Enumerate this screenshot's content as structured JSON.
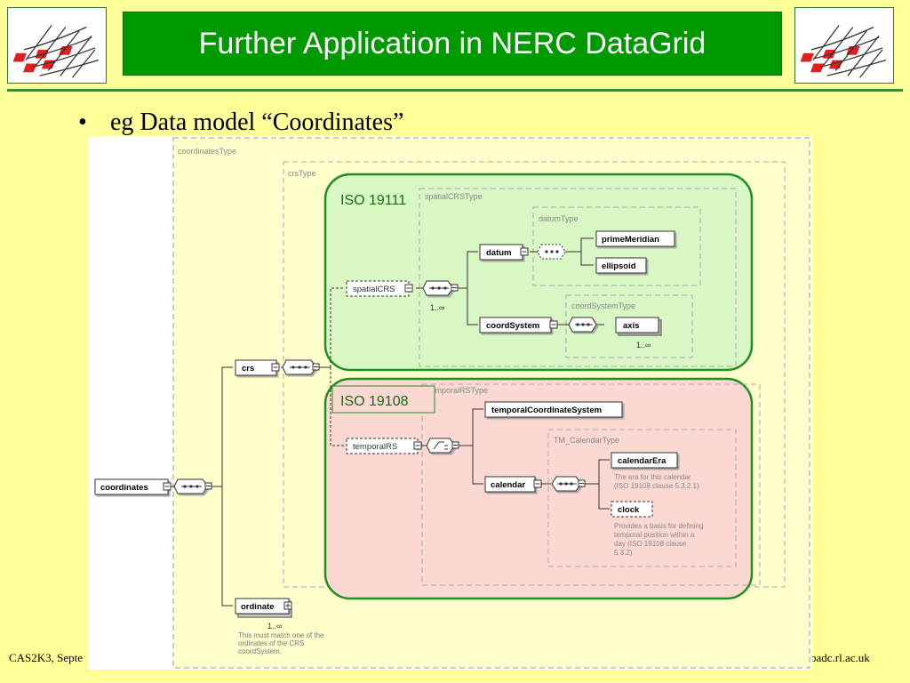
{
  "header": {
    "title": "Further Application in NERC DataGrid"
  },
  "bullet": {
    "text": "eg Data model “Coordinates”"
  },
  "footer": {
    "left": "CAS2K3, Septe",
    "right": "badc.rl.ac.uk"
  },
  "colors": {
    "title_bg": "#009900",
    "page_bg": "#ffff99",
    "iso19111_fill": "#d9f7c4",
    "iso19108_fill": "#fbd9d2",
    "region_border": "#1f8f1f"
  },
  "diagram": {
    "iso19111": "ISO 19111",
    "iso19108": "ISO 19108",
    "types": {
      "coordinatesType": "coordinatesType",
      "crsType": "crsType",
      "spatialCRSType": "spatialCRSType",
      "datumType": "datumType",
      "coordSystemType": "coordSystemType",
      "temporalRSType": "temporalRSType",
      "tmCalendarType": "TM_CalendarType"
    },
    "elements": {
      "coordinates": "coordinates",
      "crs": "crs",
      "ordinate": "ordinate",
      "spatialCRS": "spatialCRS",
      "datum": "datum",
      "coordSystem": "coordSystem",
      "primeMeridian": "primeMeridian",
      "ellipsoid": "ellipsoid",
      "axis": "axis",
      "temporalRS": "temporalRS",
      "temporalCoordinateSystem": "temporalCoordinateSystem",
      "calendar": "calendar",
      "calendarEra": "calendarEra",
      "clock": "clock"
    },
    "multiplicity": {
      "spatial": "1..∞",
      "axis": "1..∞",
      "ordinate": "1..∞"
    },
    "notes": {
      "ordinate": [
        "This must match one of the",
        "ordinates of the CRS",
        "coordSystem."
      ],
      "calendarEra": [
        "The era for this calendar",
        "(ISO 19108 clause 5.3.2.1)"
      ],
      "clock": [
        "Provides a basis for defining",
        "temporal position within a",
        "day (ISO 19108 clause",
        "5.3.2)"
      ]
    }
  }
}
